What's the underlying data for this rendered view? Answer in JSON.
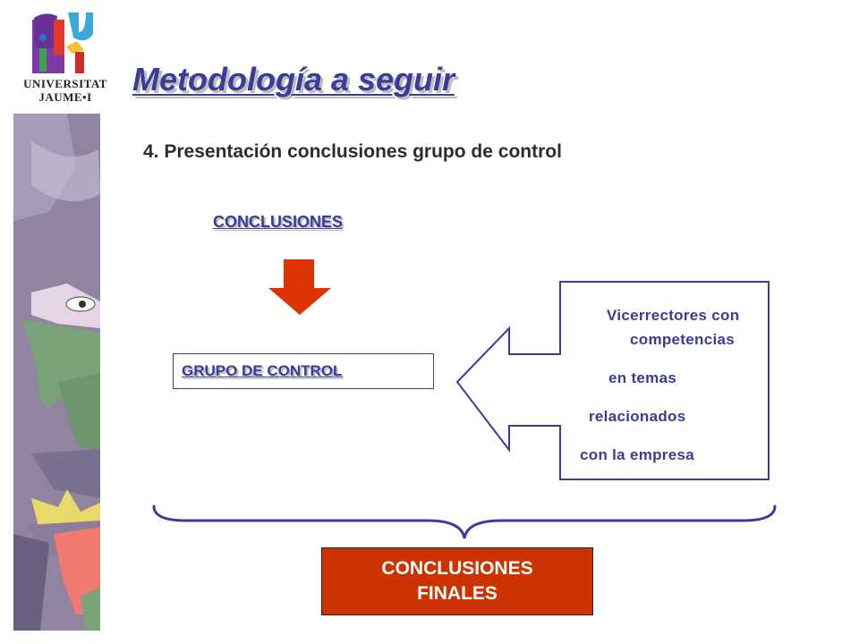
{
  "logo": {
    "line1": "UNIVERSITAT",
    "line2": "JAUME•I"
  },
  "slide": {
    "title": "Metodología a seguir",
    "subtitle": "4. Presentación conclusiones grupo de control",
    "conclusiones_label": "CONCLUSIONES",
    "grupo_label": "GRUPO DE CONTROL",
    "callout_lines": [
      "Vicerrectores con",
      "competencias",
      "en temas",
      "relacionados",
      "con la empresa"
    ],
    "final_line1": "CONCLUSIONES",
    "final_line2": "FINALES"
  },
  "colors": {
    "accent_blue": "#3b3b9c",
    "arrow_red": "#dd3300",
    "final_box": "#cc3300"
  },
  "icons": {
    "down_arrow": "down-arrow-icon",
    "left_arrow": "left-arrow-callout-icon",
    "brace": "curly-brace-icon"
  }
}
